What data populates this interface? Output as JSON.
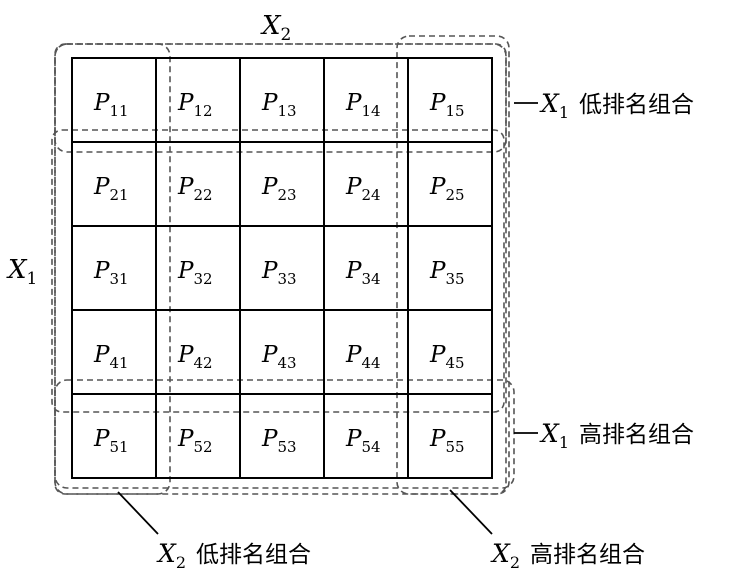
{
  "matrix": {
    "rows": [
      [
        {
          "base": "P",
          "sub": "11"
        },
        {
          "base": "P",
          "sub": "12"
        },
        {
          "base": "P",
          "sub": "13"
        },
        {
          "base": "P",
          "sub": "14"
        },
        {
          "base": "P",
          "sub": "15"
        }
      ],
      [
        {
          "base": "P",
          "sub": "21"
        },
        {
          "base": "P",
          "sub": "22"
        },
        {
          "base": "P",
          "sub": "23"
        },
        {
          "base": "P",
          "sub": "24"
        },
        {
          "base": "P",
          "sub": "25"
        }
      ],
      [
        {
          "base": "P",
          "sub": "31"
        },
        {
          "base": "P",
          "sub": "32"
        },
        {
          "base": "P",
          "sub": "33"
        },
        {
          "base": "P",
          "sub": "34"
        },
        {
          "base": "P",
          "sub": "35"
        }
      ],
      [
        {
          "base": "P",
          "sub": "41"
        },
        {
          "base": "P",
          "sub": "42"
        },
        {
          "base": "P",
          "sub": "43"
        },
        {
          "base": "P",
          "sub": "44"
        },
        {
          "base": "P",
          "sub": "45"
        }
      ],
      [
        {
          "base": "P",
          "sub": "51"
        },
        {
          "base": "P",
          "sub": "52"
        },
        {
          "base": "P",
          "sub": "53"
        },
        {
          "base": "P",
          "sub": "54"
        },
        {
          "base": "P",
          "sub": "55"
        }
      ]
    ]
  },
  "axes": {
    "top": {
      "base": "X",
      "sub": "2"
    },
    "left": {
      "base": "X",
      "sub": "1"
    }
  },
  "annotations": {
    "x1_low": {
      "var": "X",
      "sub": "1",
      "text": "低排名组合"
    },
    "x1_high": {
      "var": "X",
      "sub": "1",
      "text": "高排名组合"
    },
    "x2_low": {
      "var": "X",
      "sub": "2",
      "text": "低排名组合"
    },
    "x2_high": {
      "var": "X",
      "sub": "2",
      "text": "高排名组合"
    }
  },
  "colors": {
    "line": "#000000",
    "dashed": "#555555"
  }
}
